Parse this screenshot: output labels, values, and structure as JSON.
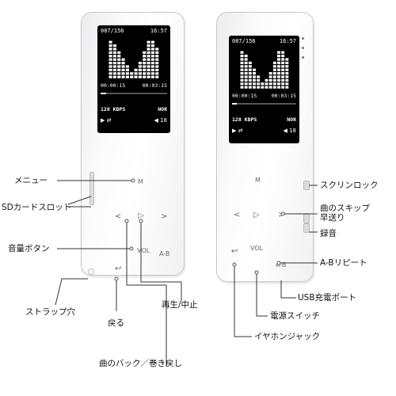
{
  "screen": {
    "track_counter": "087/156",
    "clock": "16:57",
    "elapsed": "00:00:15",
    "total": "00:03:15",
    "bitrate": "128 KBPS",
    "eq_mode": "NOR",
    "volume": "18",
    "progress_fraction": 0.08,
    "play_icon": "play-icon",
    "repeat_icon": "repeat-icon",
    "volume_icon": "volume-icon"
  },
  "buttons": {
    "menu": "M",
    "prev": "<",
    "play": "▷",
    "next": ">",
    "vol": "VOL",
    "ab": "A-B",
    "back": "↩"
  },
  "labels": {
    "menu": "メニュー",
    "sd_slot": "SDカードスロット",
    "volume_button": "音量ボタン",
    "strap_hole": "ストラップ穴",
    "back": "戻る",
    "play_pause": "再生/中止",
    "prev_rewind": "曲のバック／巻き戻し",
    "screen_lock": "スクリンロック",
    "skip_ff": "曲のスキップ\n早送り",
    "record": "録音",
    "ab_repeat": "A-Bリピート",
    "usb_port": "USB充電ポート",
    "power_switch": "電源スイッチ",
    "earphone_jack": "イヤホンジャック"
  },
  "colors": {
    "body": "#f6f6f7",
    "screen": "#000000"
  }
}
